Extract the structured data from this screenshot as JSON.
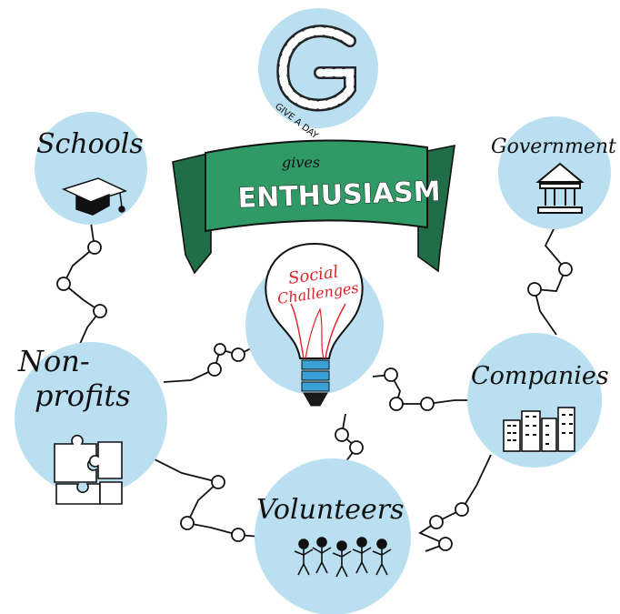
{
  "center": {
    "banner_small": "gives",
    "banner_big": "ENTHUSIASM",
    "bulb_text_line1": "Social",
    "bulb_text_line2": "Challenges"
  },
  "nodes": {
    "top_logo_letter": "G",
    "top_logo_caption": "GIVE A DAY",
    "schools": "Schools",
    "government": "Government",
    "nonprofits_line1": "Non-",
    "nonprofits_line2": "profits",
    "companies": "Companies",
    "volunteers": "Volunteers"
  },
  "colors": {
    "circle_fill": "#b9dff0",
    "banner_green": "#2f9a66",
    "banner_dark": "#1f6e48",
    "bulb_blue": "#3aa0d8",
    "filament_red": "#e0222a",
    "ink": "#111111"
  },
  "icons": {
    "top": "give-a-day-logo-icon",
    "schools": "graduation-cap-icon",
    "government": "government-building-icon",
    "nonprofits": "puzzle-pieces-icon",
    "companies": "city-buildings-icon",
    "volunteers": "people-group-icon",
    "center": "light-bulb-icon"
  }
}
